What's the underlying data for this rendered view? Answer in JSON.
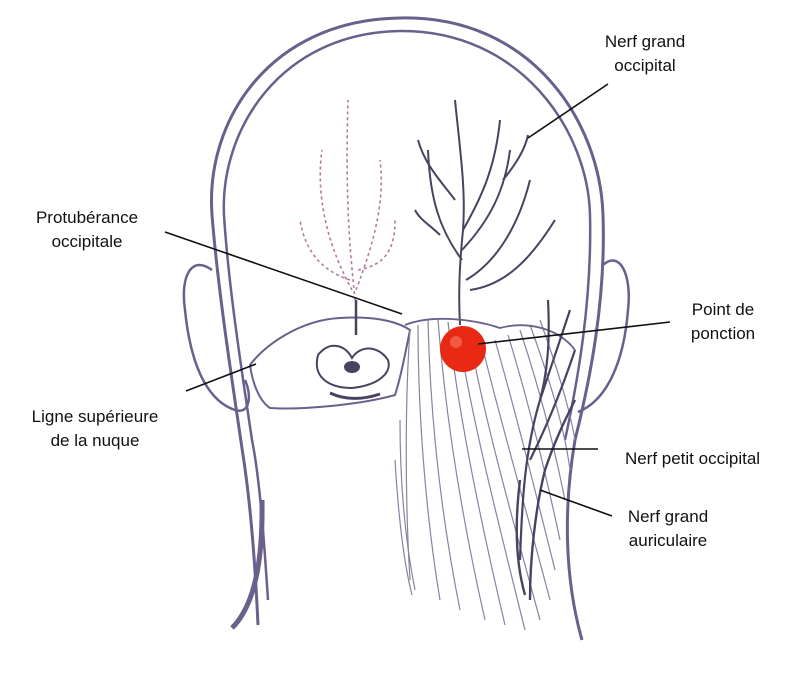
{
  "labels": {
    "nerf_grand_occipital": [
      "Nerf grand",
      "occipital"
    ],
    "protuberance_occipitale": [
      "Protubérance",
      "occipitale"
    ],
    "point_de_ponction": [
      "Point de",
      "ponction"
    ],
    "ligne_superieure": [
      "Ligne supérieure",
      "de la nuque"
    ],
    "nerf_petit_occipital": [
      "Nerf petit occipital"
    ],
    "nerf_grand_auriculaire": [
      "Nerf grand",
      "auriculaire"
    ]
  },
  "colors": {
    "outline": "#6b5f8c",
    "nerve": "#4a4260",
    "dotted_nerve": "#b47aa0",
    "muscle": "#8a82a0",
    "puncture_point": "#e82a14",
    "leader_line": "#111111"
  }
}
